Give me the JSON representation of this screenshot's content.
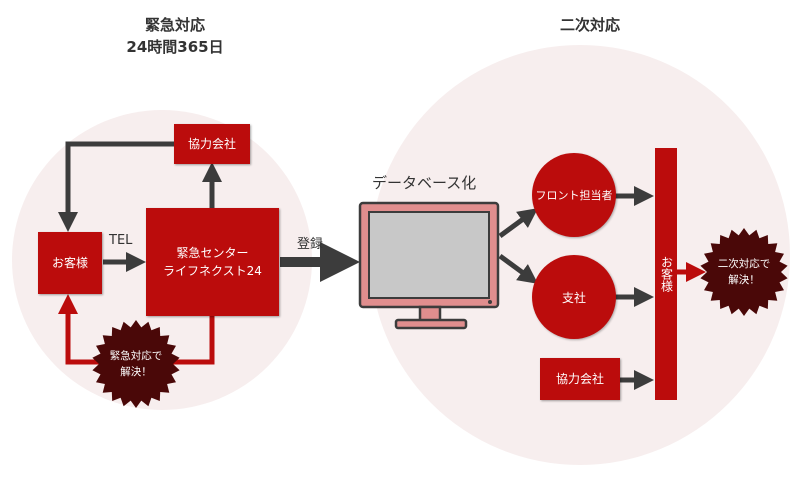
{
  "left": {
    "heading_line1": "緊急対応",
    "heading_line2": "24時間365日",
    "customer": "お客様",
    "partner": "協力会社",
    "center_line1": "緊急センター",
    "center_line2": "ライフネクスト24",
    "tel_label": "TEL",
    "burst_line1": "緊急対応で",
    "burst_line2": "解決！"
  },
  "middle": {
    "register_label": "登録",
    "database_label": "データベース化"
  },
  "right": {
    "heading": "二次対応",
    "front": "フロント担当者",
    "branch": "支社",
    "partner": "協力会社",
    "customer": "お客様",
    "burst_line1": "二次対応で",
    "burst_line2": "解決！"
  },
  "colors": {
    "red": "#bb0c0c",
    "dark_gray": "#3c3c3c",
    "burst": "#4a0808",
    "monitor_body": "#e08e8e",
    "monitor_screen": "#c8c8c8",
    "background_circle": "#f7eeee"
  }
}
